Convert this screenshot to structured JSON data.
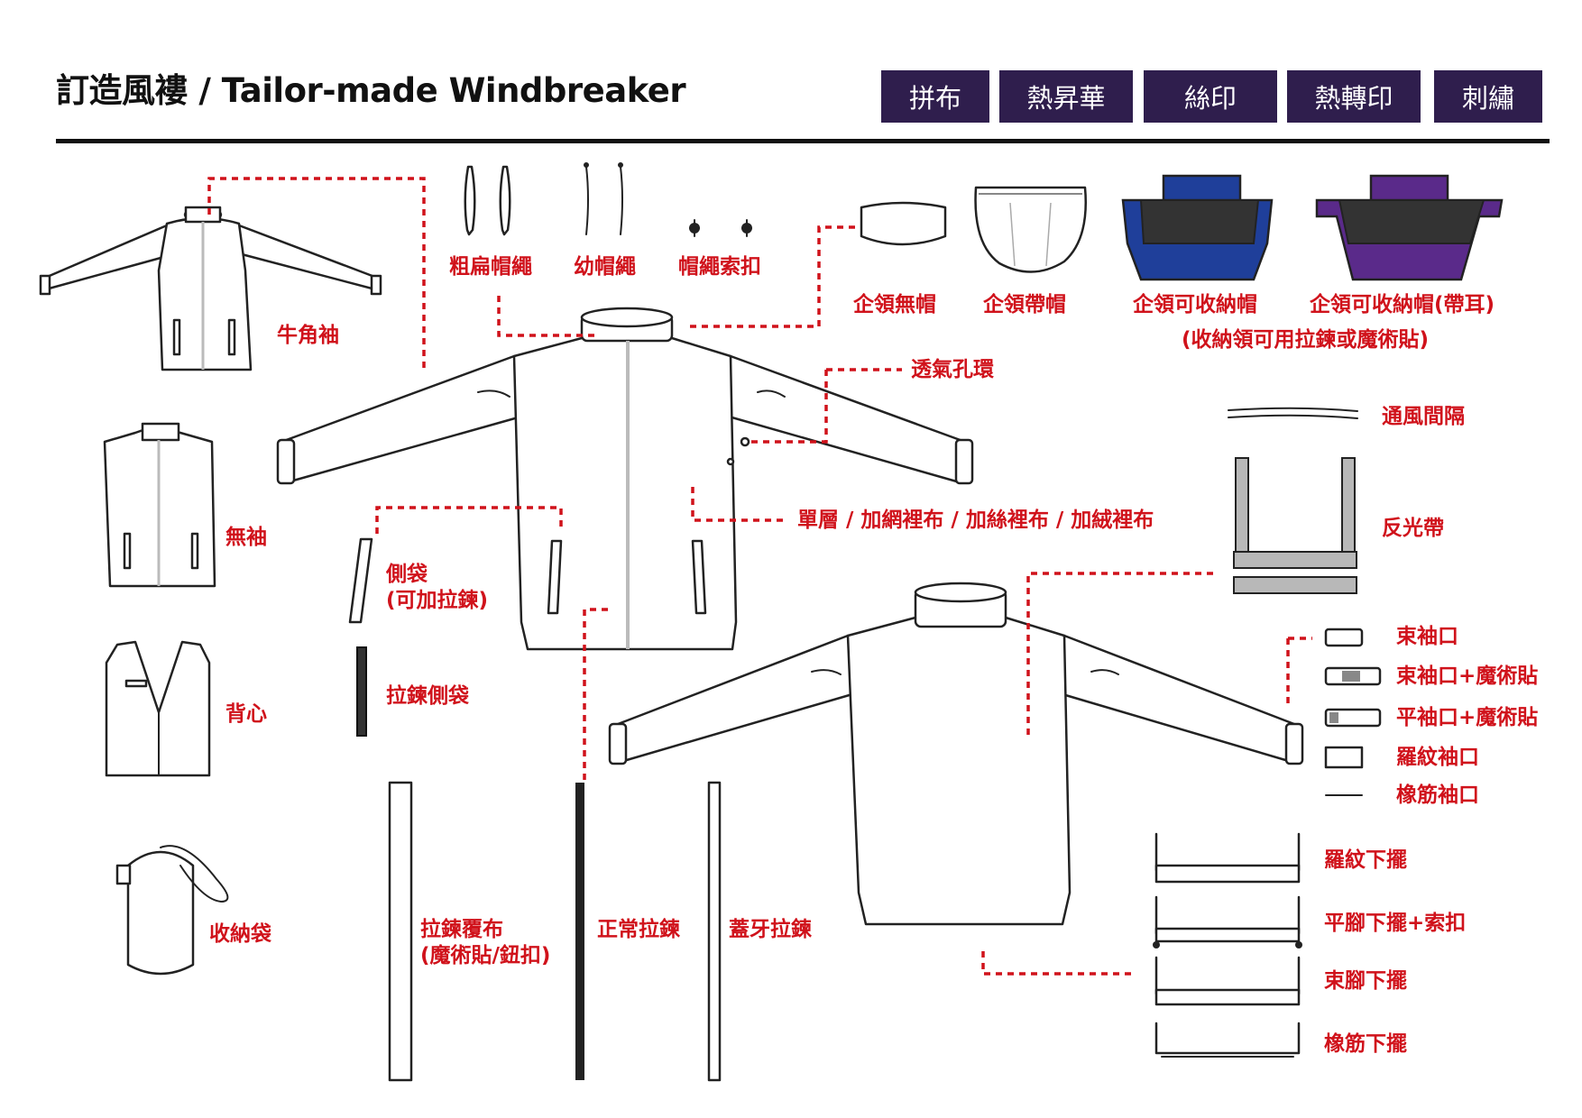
{
  "title": "訂造風褸 / Tailor-made Windbreaker",
  "tabs": [
    "拼布",
    "熱昇華",
    "絲印",
    "熱轉印",
    "刺繡"
  ],
  "labels": {
    "raglan": "牛角袖",
    "sleeveless": "無袖",
    "vest": "背心",
    "pouch": "收納袋",
    "flat_cord": "粗扁帽繩",
    "thin_cord": "幼帽繩",
    "cord_lock": "帽繩索扣",
    "collar_no_hood": "企領無帽",
    "collar_hood": "企領帶帽",
    "collar_packable": "企領可收納帽",
    "collar_packable_ears": "企領可收納帽(帶耳)",
    "packable_note": "(收納領可用拉鍊或魔術貼)",
    "eyelet": "透氣孔環",
    "lining": "單層 / 加網裡布 / 加絲裡布 / 加絨裡布",
    "side_pocket": "側袋",
    "side_pocket_note": "(可加拉鍊)",
    "zip_pocket": "拉鍊側袋",
    "zip_flap": "拉鍊覆布",
    "zip_flap_note": "(魔術貼/鈕扣)",
    "normal_zip": "正常拉鍊",
    "tooth_zip": "蓋牙拉鍊",
    "vent": "通風間隔",
    "reflective": "反光帶",
    "cuff_gathered": "束袖口",
    "cuff_gathered_velcro": "束袖口+魔術貼",
    "cuff_flat_velcro": "平袖口+魔術貼",
    "cuff_rib": "羅紋袖口",
    "cuff_elastic": "橡筋袖口",
    "hem_rib": "羅紋下擺",
    "hem_flat_toggle": "平腳下擺+索扣",
    "hem_gathered": "束腳下擺",
    "hem_elastic": "橡筋下擺"
  },
  "colors": {
    "label_red": "#d0121b",
    "tab_bg": "#2f1e4d",
    "hood_blue": "#1f3f9a",
    "hood_purple": "#5a2a8a"
  }
}
